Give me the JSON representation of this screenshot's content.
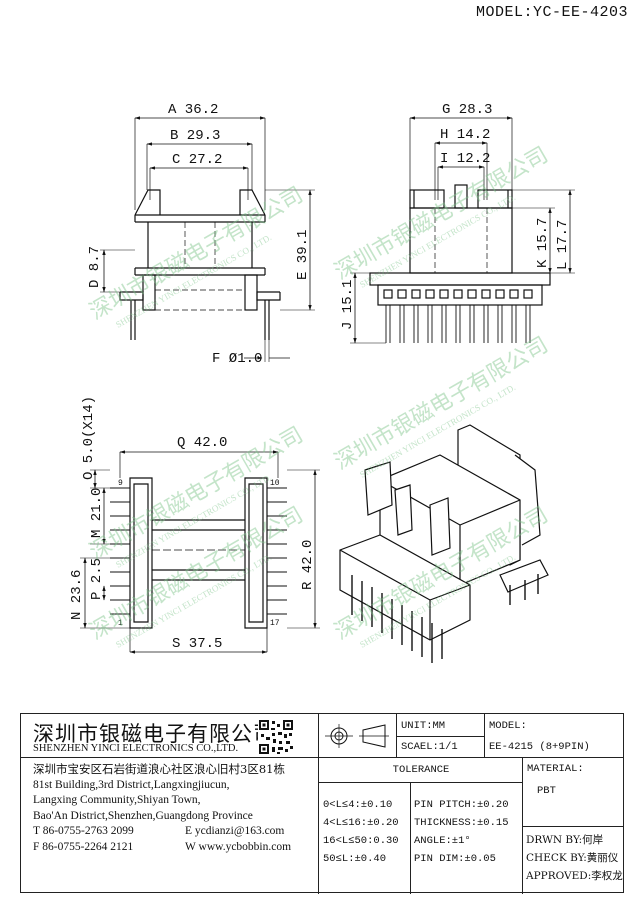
{
  "model_label": "MODEL:YC-EE-4203",
  "dims": {
    "a": "A 36.2",
    "b": "B 29.3",
    "c": "C 27.2",
    "d": "D 8.7",
    "e": "E 39.1",
    "f": "F Ø1.0",
    "g": "G 28.3",
    "h": "H 14.2",
    "i": "I 12.2",
    "j": "J 15.1",
    "k": "K 15.7",
    "l": "L 17.7",
    "q": "Q 42.0",
    "o": "O 5.0(X14)",
    "m": "M 21.0",
    "n": "N 23.6",
    "p": "P 2.5",
    "r": "R 42.0",
    "s": "S 37.5",
    "pin9": "9",
    "pin10": "10",
    "pin1": "1",
    "pin17": "17"
  },
  "watermark": {
    "cn": "深圳市银磁电子有限公司",
    "en": "SHENZHEN YINCI ELECTRONICS CO., LTD."
  },
  "title_block": {
    "company_cn": "深圳市银磁电子有限公司",
    "company_en": "SHENZHEN YINCI ELECTRONICS CO.,LTD.",
    "address": [
      "深圳市宝安区石岩街道浪心社区浪心旧村3区81栋",
      "81st Building,3rd District,Langxingjiucun,",
      "Langxing Community,Shiyan Town,",
      "Bao'An District,Shenzhen,Guangdong Province"
    ],
    "tel": "T 86-0755-2763 2099",
    "email": "E ycdianzi@163.com",
    "fax": "F 86-0755-2264 2121",
    "web": "W www.ycbobbin.com",
    "unit": "UNIT:MM",
    "scale": "SCAEL:1/1",
    "model_label": "MODEL:",
    "model_value": "EE-4215 (8+9PIN)",
    "tolerance_title": "TOLERANCE",
    "tolerance": [
      "0<L≤4:±0.10",
      "4<L≤16:±0.20",
      "16<L≤50:0.30",
      "50≤L:±0.40"
    ],
    "tolerance2": [
      "PIN PITCH:±0.20",
      "THICKNESS:±0.15",
      "ANGLE:±1°",
      "PIN DIM:±0.05"
    ],
    "material_label": "MATERIAL:",
    "material_value": "PBT",
    "drawn": "DRWN BY:何岸",
    "check": "CHECK BY:黄丽仪",
    "approved": "APPROVED:李权龙"
  }
}
